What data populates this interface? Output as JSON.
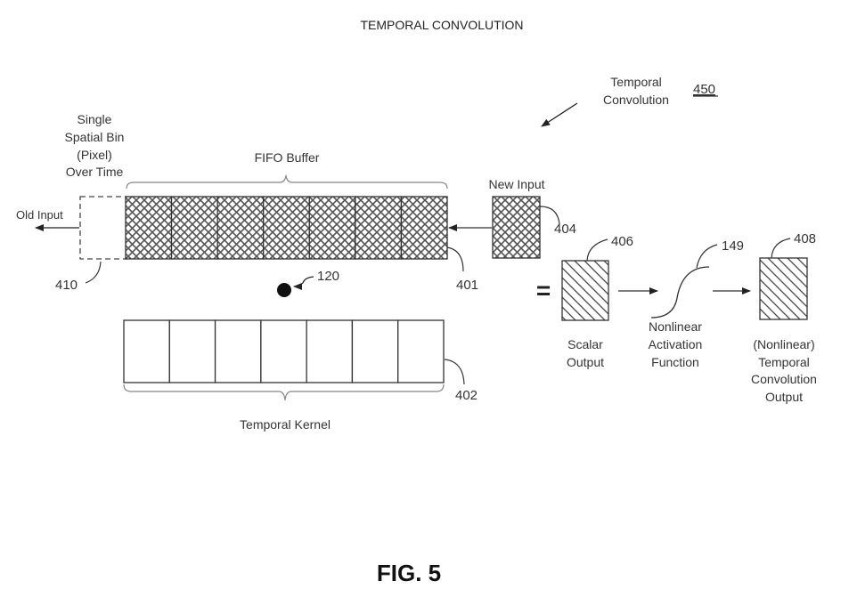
{
  "title": "TEMPORAL CONVOLUTION",
  "figure_label": "FIG. 5",
  "overview": {
    "label_line1": "Temporal",
    "label_line2": "Convolution",
    "ref": "450"
  },
  "spatial_bin": {
    "lines": [
      "Single",
      "Spatial Bin",
      "(Pixel)",
      "Over Time"
    ]
  },
  "old_input": {
    "label": "Old Input",
    "ref": "410"
  },
  "fifo_buffer": {
    "label": "FIFO Buffer",
    "ref": "401",
    "cell_count": 7
  },
  "new_input": {
    "label": "New Input",
    "ref": "404"
  },
  "dot": {
    "ref": "120"
  },
  "temporal_kernel": {
    "label": "Temporal Kernel",
    "ref": "402",
    "cell_count": 7
  },
  "equals_sign": "=",
  "scalar_output": {
    "lines": [
      "Scalar",
      "Output"
    ],
    "ref": "406"
  },
  "activation": {
    "lines": [
      "Nonlinear",
      "Activation",
      "Function"
    ],
    "ref": "149"
  },
  "final_output": {
    "lines": [
      "(Nonlinear)",
      "Temporal",
      "Convolution",
      "Output"
    ],
    "ref": "408"
  },
  "colors": {
    "stroke": "#333333",
    "hatch": "#555555",
    "background": "#ffffff"
  }
}
